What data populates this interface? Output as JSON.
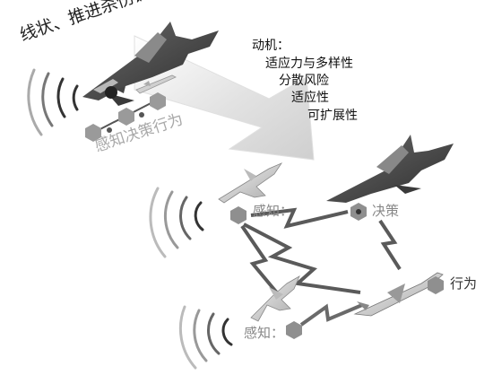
{
  "title": "线状、推进杀伤链",
  "motivation": {
    "heading": "动机：",
    "items": [
      "适应力与多样性",
      "分散风险",
      "适应性",
      "可扩展性"
    ]
  },
  "loop_label": "感知决策行为",
  "nodes": {
    "sense_1": "感知：",
    "decide": "决策",
    "act": "行为",
    "sense_2": "感知："
  },
  "colors": {
    "hexagon": "#9a9a9a",
    "arrow": "#d8d8d8",
    "link": "#5a5a5a",
    "aircraft_dark": "#4a4a4a",
    "aircraft_light": "#c9c9c9"
  }
}
